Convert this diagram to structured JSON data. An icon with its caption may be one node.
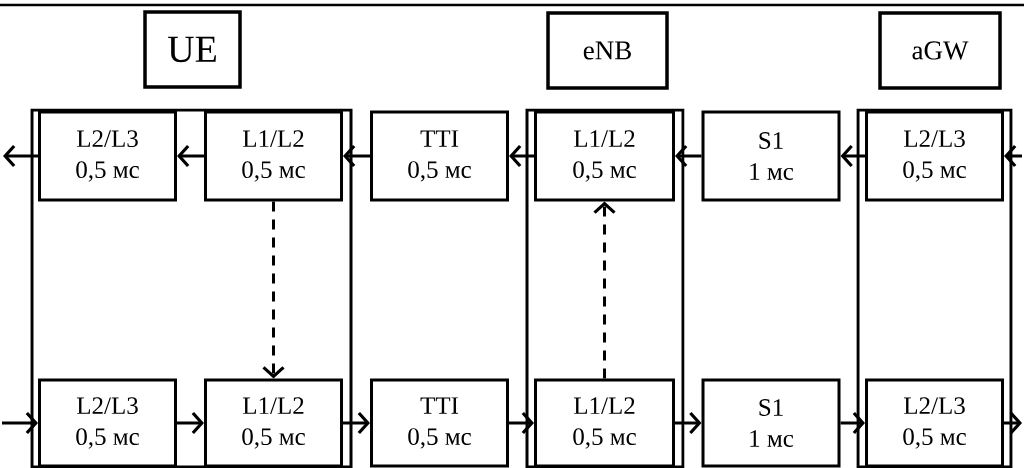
{
  "diagram": {
    "nodes": [
      {
        "text": [
          "UE"
        ]
      },
      {
        "text": [
          "eNB"
        ]
      },
      {
        "text": [
          "aGW"
        ]
      },
      {
        "text": [],
        "shape": "box"
      },
      {
        "text": [
          "L2/L3",
          "0,5 мс"
        ],
        "in": 3
      },
      {
        "text": [
          "L1/L2",
          "0,5 мс"
        ],
        "in": 3
      },
      {
        "text": [
          "L2/L3",
          "0,5 мс"
        ],
        "in": 3
      },
      {
        "text": [
          "L1/L2",
          "0,5 мс"
        ],
        "in": 3
      },
      {
        "text": [
          "TTI",
          "0,5 мс"
        ]
      },
      {
        "text": [
          "TTI",
          "0,5 мс"
        ]
      },
      {
        "text": [],
        "shape": "box"
      },
      {
        "text": [
          "L1/L2",
          "0,5 мс"
        ],
        "in": 10
      },
      {
        "text": [
          "L1/L2",
          "0,5 мс"
        ],
        "in": 10
      },
      {
        "text": [
          "S1",
          "1 мс"
        ]
      },
      {
        "text": [
          "S1",
          "1 мс"
        ]
      },
      {
        "text": [],
        "shape": "box"
      },
      {
        "text": [
          "L2/L3",
          "0,5 мс"
        ],
        "in": 15
      },
      {
        "text": [
          "L2/L3",
          "0,5 мс"
        ],
        "in": 15
      }
    ],
    "edges": [
      {
        "from": null,
        "to": 16,
        "arrow": "to"
      },
      {
        "from": 16,
        "to": 13,
        "arrow": "to"
      },
      {
        "from": 13,
        "to": 11,
        "arrow": "to"
      },
      {
        "from": 11,
        "to": 8,
        "arrow": "to"
      },
      {
        "from": 8,
        "to": 5,
        "arrow": "to"
      },
      {
        "from": 5,
        "to": 4,
        "arrow": "to"
      },
      {
        "from": 4,
        "to": null,
        "arrow": "to"
      },
      {
        "from": null,
        "to": 6,
        "arrow": "to"
      },
      {
        "from": 6,
        "to": 7,
        "arrow": "to"
      },
      {
        "from": 7,
        "to": 9,
        "arrow": "to"
      },
      {
        "from": 9,
        "to": 12,
        "arrow": "to"
      },
      {
        "from": 12,
        "to": 14,
        "arrow": "to"
      },
      {
        "from": 14,
        "to": 17,
        "arrow": "to"
      },
      {
        "from": 17,
        "to": null,
        "arrow": "to"
      },
      {
        "from": 5,
        "to": 7,
        "arrow": "to",
        "style": "dashed"
      },
      {
        "from": 12,
        "to": 11,
        "arrow": "to",
        "style": "dashed"
      }
    ]
  }
}
